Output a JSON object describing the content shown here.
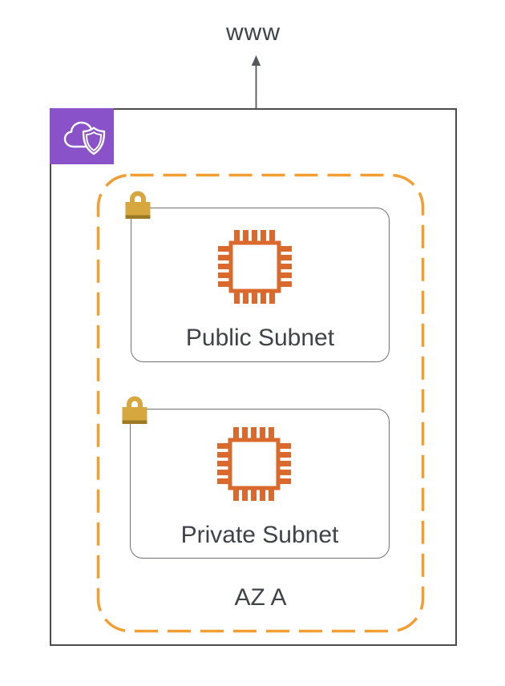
{
  "diagram": {
    "internet": {
      "label": "www"
    },
    "connection": {
      "type": "double-headed-arrow",
      "orientation": "vertical"
    },
    "vpc_badge": {
      "icon": "cloud-shield-icon"
    },
    "availability_zone": {
      "label": "AZ A",
      "border_style": "dashed"
    },
    "subnets": [
      {
        "name": "public",
        "label": "Public Subnet",
        "security_icon": "lock-icon",
        "resource_icon": "instance-chip-icon"
      },
      {
        "name": "private",
        "label": "Private Subnet",
        "security_icon": "lock-icon",
        "resource_icon": "instance-chip-icon"
      }
    ],
    "colors": {
      "vpc_purple": "#8952C8",
      "az_orange": "#F39E33",
      "chip_orange": "#D9692C",
      "chip_fill": "#FFFFFF",
      "lock_gold": "#D6A63F",
      "lock_base": "#9A7B24",
      "outer_border": "#4A4B4D",
      "subnet_border": "#707174",
      "text": "#3F4347",
      "arrow": "#54575C",
      "icon_stroke": "#FFFFFF",
      "background": "#FFFFFF"
    }
  }
}
